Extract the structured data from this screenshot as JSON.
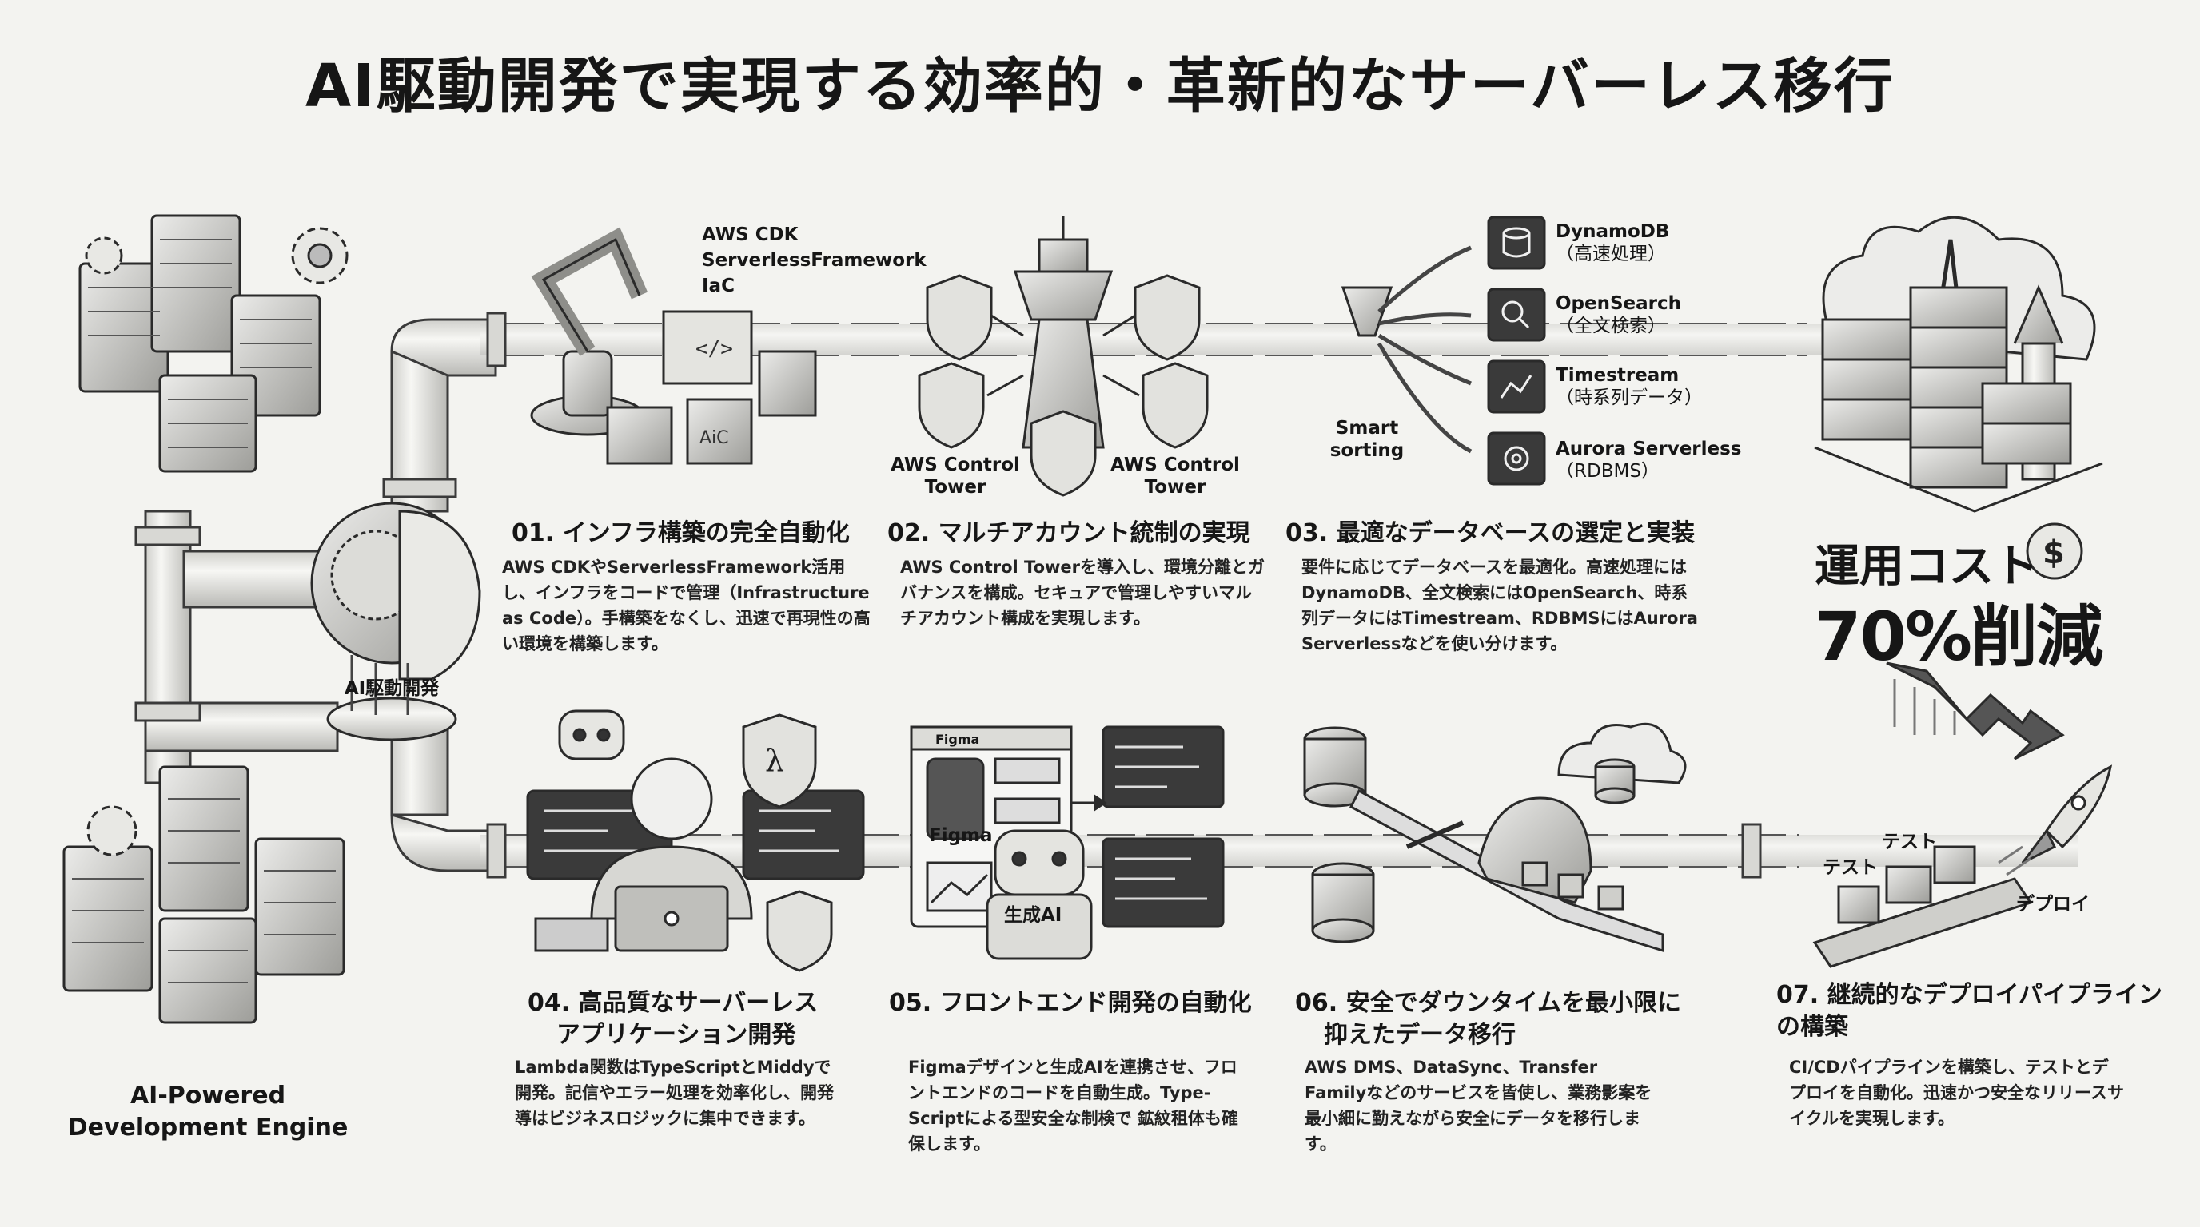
{
  "title": "AI駆動開発で実現する効率的・革新的なサーバーレス移行",
  "engine": {
    "hub_label": "AI駆動開発",
    "name_line1": "AI-Powered",
    "name_line2": "Development Engine"
  },
  "steps": [
    {
      "title": "01. インフラ構築の完全自動化",
      "desc": "AWS CDKやServerlessFramework活用し、インフラをコードで管理（Infrastructure as Code）。手構築をなくし、迅速で再現性の高い環境を構築します。",
      "labels": [
        "AWS CDK",
        "ServerlessFramework",
        "IaC"
      ]
    },
    {
      "title": "02. マルチアカウント統制の実現",
      "desc": "AWS Control Towerを導入し、環境分離とガバナンスを構成。セキュアで管理しやすいマルチアカウント構成を実現します。",
      "labels": [
        "AWS Control",
        "Tower",
        "AWS Control",
        "Tower"
      ]
    },
    {
      "title": "03. 最適なデータベースの選定と実装",
      "desc": "要件に応じてデータベースを最適化。高速処理にはDynamoDB、全文検索にはOpenSearch、時系列データにはTimestream、RDBMSにはAurora Serverlessなどを使い分けます。",
      "sorting_label": [
        "Smart",
        "sorting"
      ],
      "databases": [
        {
          "name": "DynamoDB",
          "sub": "（高速処理）",
          "icon": "database-icon"
        },
        {
          "name": "OpenSearch",
          "sub": "（全文検索）",
          "icon": "search-icon"
        },
        {
          "name": "Timestream",
          "sub": "（時系列データ）",
          "icon": "chart-icon"
        },
        {
          "name": "Aurora Serverless",
          "sub": "（RDBMS）",
          "icon": "gear-db-icon"
        }
      ]
    },
    {
      "title_line1": "04. 高品質なサーバーレス",
      "title_line2": "アプリケーション開発",
      "desc": "Lambda関数はTypeScriptとMiddyで開発。記信やエラー処理を効率化し、開発導はビジネスロジックに集中できます。"
    },
    {
      "title": "05. フロントエンド開発の自動化",
      "desc": "Figmaデザインと生成AIを連携させ、フロントエンドのコードを自動生成。Type-Scriptによる型安全な制検で 鉱紋租体も確保します。",
      "labels": [
        "Figma",
        "Figma",
        "生成AI"
      ]
    },
    {
      "title_line1": "06. 安全でダウンタイムを最小限に",
      "title_line2": "抑えたデータ移行",
      "desc": "AWS DMS、DataSync、Transfer Familyなどのサービスを皆使し、業務影案を最小細に勤えながら安全にデータを移行します。"
    },
    {
      "title_line1": "07. 継続的なデプロイパイプライン",
      "title_line2": "の構築",
      "desc": "CI/CDパイプラインを構築し、テストとデプロイを自動化。迅速かつ安全なリリースサイクルを実現します。",
      "labels": [
        "テスト",
        "テスト",
        "デプロイ"
      ]
    }
  ],
  "cost": {
    "line1": "運用コスト",
    "line2": "70%削減"
  },
  "colors": {
    "ink": "#161616",
    "pipe": "#e6e6e2",
    "pipe_edge": "#3a3a3a",
    "background": "#f3f3f0"
  }
}
